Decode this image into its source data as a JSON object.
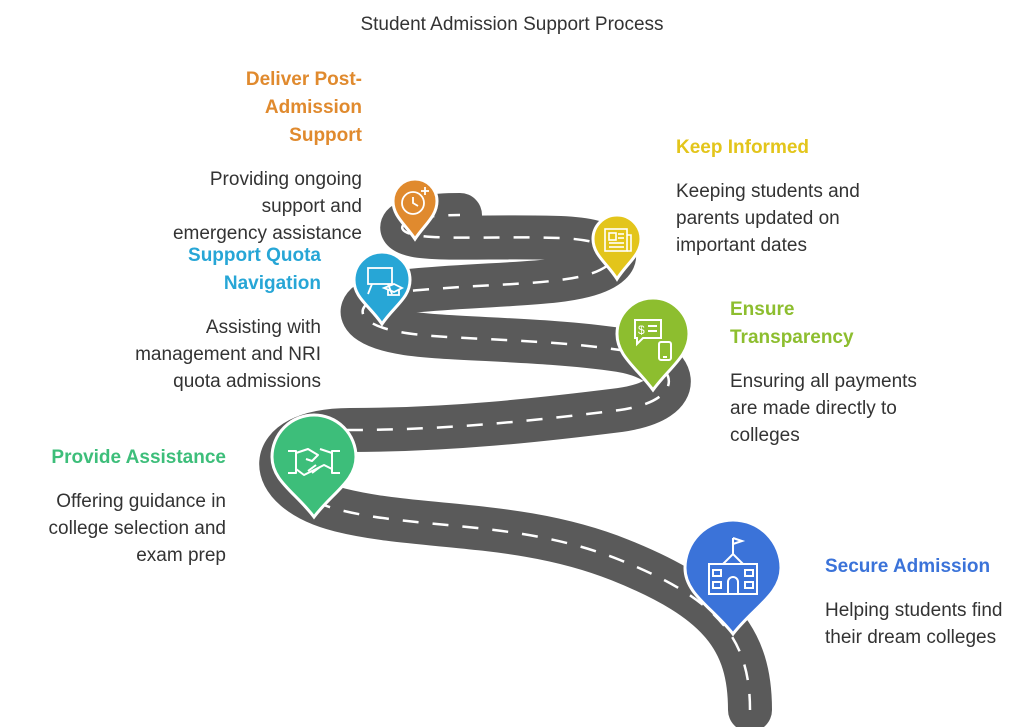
{
  "title": "Student Admission Support Process",
  "steps": [
    {
      "heading": "Secure Admission",
      "description": "Helping students find their dream colleges",
      "color": "#3B73D9",
      "icon": "school-building-icon"
    },
    {
      "heading": "Provide Assistance",
      "description": "Offering guidance in college selection and exam prep",
      "color": "#3DBE7A",
      "icon": "handshake-icon"
    },
    {
      "heading": "Ensure Transparency",
      "description": "Ensuring all payments are made directly to colleges",
      "color": "#8DBE2F",
      "icon": "payment-chat-icon"
    },
    {
      "heading": "Support Quota Navigation",
      "description": "Assisting with management and NRI quota admissions",
      "color": "#27A6D6",
      "icon": "presentation-board-icon"
    },
    {
      "heading": "Keep Informed",
      "description": "Keeping students and parents updated on important dates",
      "color": "#E3C51B",
      "icon": "newspaper-icon"
    },
    {
      "heading": "Deliver Post-Admission Support",
      "description": "Providing ongoing support and emergency assistance",
      "color": "#E08A2E",
      "icon": "clock-plus-icon"
    }
  ]
}
